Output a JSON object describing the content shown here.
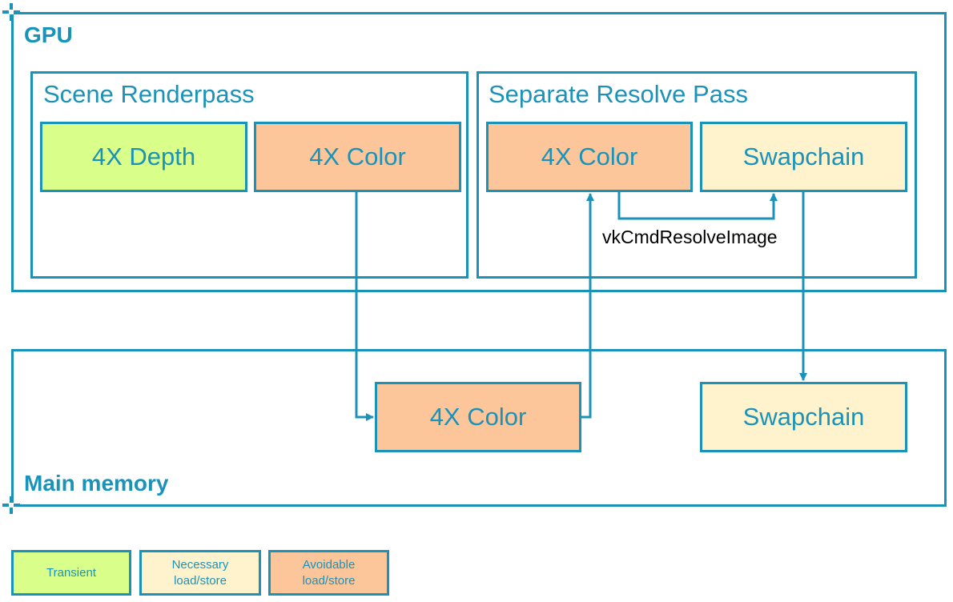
{
  "colors": {
    "accent": "#1b93b8",
    "transient": "#d9ff8a",
    "necessary": "#fff3cd",
    "avoidable": "#fcc59a"
  },
  "gpu": {
    "label": "GPU",
    "scene_pass": {
      "title": "Scene Renderpass",
      "depth": "4X Depth",
      "color": "4X Color"
    },
    "resolve_pass": {
      "title": "Separate Resolve Pass",
      "color": "4X Color",
      "swapchain": "Swapchain",
      "operation": "vkCmdResolveImage"
    }
  },
  "memory": {
    "label": "Main memory",
    "color": "4X Color",
    "swapchain": "Swapchain"
  },
  "legend": {
    "transient": "Transient",
    "necessary": "Necessary load/store",
    "avoidable": "Avoidable load/store"
  }
}
